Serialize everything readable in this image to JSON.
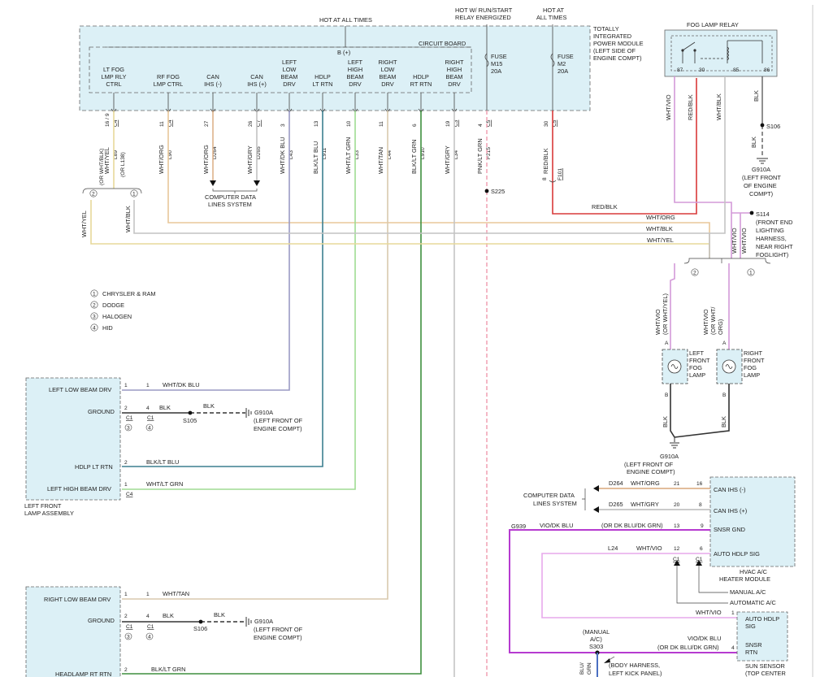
{
  "top": {
    "hot_at_all_times": "HOT AT ALL TIMES",
    "hot_run_start_1": "HOT W/ RUN/START",
    "hot_run_start_2": "RELAY ENERGIZED",
    "hot_at_all_times_b1": "HOT AT",
    "hot_at_all_times_b2": "ALL TIMES",
    "b_plus": "B (+)",
    "circuit_board": "CIRCUIT BOARD",
    "tipm": [
      "TOTALLY",
      "INTEGRATED",
      "POWER MODULE",
      "(LEFT SIDE OF",
      "ENGINE COMPT)"
    ],
    "fuse_m15": [
      "FUSE",
      "M15",
      "20A"
    ],
    "fuse_m2": [
      "FUSE",
      "M2",
      "20A"
    ]
  },
  "pins": [
    {
      "lines": [
        "LT FOG",
        "LMP RLY",
        "CTRL"
      ]
    },
    {
      "lines": [
        "RF FOG",
        "LMP CTRL"
      ]
    },
    {
      "lines": [
        "CAN",
        "IHS (-)"
      ]
    },
    {
      "lines": [
        "CAN",
        "IHS (+)"
      ]
    },
    {
      "lines": [
        "LEFT",
        "LOW",
        "BEAM",
        "DRV"
      ]
    },
    {
      "lines": [
        "HDLP",
        "LT RTN"
      ]
    },
    {
      "lines": [
        "LEFT",
        "HIGH",
        "BEAM",
        "DRV"
      ]
    },
    {
      "lines": [
        "RIGHT",
        "LOW",
        "BEAM",
        "DRV"
      ]
    },
    {
      "lines": [
        "HDLP",
        "RT RTN"
      ]
    },
    {
      "lines": [
        "RIGHT",
        "HIGH",
        "BEAM",
        "DRV"
      ]
    }
  ],
  "wires": [
    {
      "num": "16 / 9",
      "conn": "C4",
      "circ": "L89",
      "color": "WHT/YEL"
    },
    {
      "num": "11",
      "conn": "C4",
      "circ": "L90",
      "color": "WHT/ORG"
    },
    {
      "num": "27",
      "conn": "",
      "circ": "D264",
      "color": "WHT/ORG"
    },
    {
      "num": "26",
      "conn": "C7",
      "circ": "D265",
      "color": "WHT/GRY"
    },
    {
      "num": "3",
      "conn": "",
      "circ": "L43",
      "color": "WHT/DK BLU"
    },
    {
      "num": "13",
      "conn": "",
      "circ": "L911",
      "color": "BLK/LT BLU"
    },
    {
      "num": "10",
      "conn": "",
      "circ": "L33",
      "color": "WHT/LT GRN"
    },
    {
      "num": "11",
      "conn": "",
      "circ": "L44",
      "color": "WHT/TAN"
    },
    {
      "num": "6",
      "conn": "",
      "circ": "L910",
      "color": "BLK/LT GRN"
    },
    {
      "num": "19",
      "conn": "C3",
      "circ": "L34",
      "color": "WHT/GRY"
    },
    {
      "num": "4",
      "conn": "C5",
      "circ": "F215",
      "color": "PNK/LT GRN"
    },
    {
      "num": "30",
      "conn": "C5",
      "circ": "",
      "color": "RED/BLK"
    }
  ],
  "left_side": {
    "alt_color": "(OR WHT/BLK)",
    "alt_circ": "(OR L138)",
    "branch_tag_2": "2",
    "branch_tag_1": "1",
    "whtyel": "WHT/YEL",
    "whtblk": "WHT/BLK",
    "computer_data": [
      "COMPUTER DATA",
      "LINES SYSTEM"
    ]
  },
  "right_side": {
    "f101": "F101",
    "pin_8": "8",
    "s225": "S225",
    "red_blk": "RED/BLK",
    "wht_org": "WHT/ORG",
    "wht_blk": "WHT/BLK",
    "wht_yel": "WHT/YEL",
    "fog_relay": "FOG LAMP RELAY",
    "relay_pins": [
      "87",
      "30",
      "85",
      "86"
    ],
    "relay_wires": [
      "WHT/VIO",
      "RED/BLK",
      "WHT/BLK",
      "BLK"
    ],
    "s106": "S106",
    "blk": "BLK",
    "g910a": "G910A",
    "g910a_loc": [
      "(LEFT FRONT",
      "OF ENGINE",
      "COMPT)"
    ],
    "s114": "S114",
    "s114_loc": [
      "(FRONT END",
      "LIGHTING",
      "HARNESS,",
      "NEAR RIGHT",
      "FOGLIGHT)"
    ],
    "wht_vio": "WHT/VIO"
  },
  "legend": [
    {
      "num": "1",
      "text": "CHRYSLER & RAM"
    },
    {
      "num": "2",
      "text": "DODGE"
    },
    {
      "num": "3",
      "text": "HALOGEN"
    },
    {
      "num": "4",
      "text": "HID"
    }
  ],
  "fog": {
    "left_wire": [
      "WHT/VIO",
      "(OR WHT/YEL)"
    ],
    "right_wire": [
      "WHT/VIO",
      "(OR WHT/",
      "ORG)"
    ],
    "pin_a": "A",
    "pin_b": "B",
    "left_lamp": [
      "LEFT",
      "FRONT",
      "FOG",
      "LAMP"
    ],
    "right_lamp": [
      "RIGHT",
      "FRONT",
      "FOG",
      "LAMP"
    ],
    "blk": "BLK",
    "ground": "G910A",
    "ground_loc": [
      "(LEFT FRONT OF",
      "ENGINE COMPT)"
    ],
    "tag_2": "2",
    "tag_1": "1"
  },
  "left_lamp": {
    "rows": [
      {
        "pin": "1",
        "label": "LEFT LOW BEAM DRV",
        "num": "1",
        "wire": "WHT/DK BLU"
      },
      {
        "pin": "2",
        "label": "GROUND",
        "num": "4",
        "wire": "BLK"
      },
      {
        "pin": "2",
        "label": "HDLP LT RTN",
        "num": "",
        "wire": "BLK/LT BLU"
      },
      {
        "pin": "1",
        "label": "LEFT HIGH BEAM DRV",
        "num": "",
        "wire": "WHT/LT GRN"
      }
    ],
    "c1": "C1",
    "c1b": "C1",
    "tag3": "3",
    "tag4": "4",
    "c4": "C4",
    "splice": "S105",
    "blk2": "BLK",
    "ground": "G910A",
    "ground_loc": [
      "(LEFT FRONT OF",
      "ENGINE COMPT)"
    ],
    "assembly": [
      "LEFT FRONT",
      "LAMP ASSEMBLY"
    ]
  },
  "right_lamp": {
    "rows": [
      {
        "pin": "1",
        "label": "RIGHT LOW BEAM DRV",
        "num": "1",
        "wire": "WHT/TAN"
      },
      {
        "pin": "2",
        "label": "GROUND",
        "num": "4",
        "wire": "BLK"
      },
      {
        "pin": "2",
        "label": "HEADLAMP RT RTN",
        "num": "",
        "wire": "BLK/LT GRN"
      }
    ],
    "c1": "C1",
    "c1b": "C1",
    "tag3": "3",
    "tag4": "4",
    "splice": "S106",
    "blk2": "BLK",
    "ground": "G910A",
    "ground_loc": [
      "(LEFT FRONT OF",
      "ENGINE COMPT)"
    ]
  },
  "hvac": {
    "computer_data": [
      "COMPUTER DATA",
      "LINES SYSTEM"
    ],
    "rows": [
      {
        "circ": "D264",
        "color": "WHT/ORG",
        "num": "21",
        "pin": "16",
        "label": "CAN IHS (-)"
      },
      {
        "circ": "D265",
        "color": "WHT/GRY",
        "num": "20",
        "pin": "8",
        "label": "CAN IHS (+)"
      },
      {
        "circ": "G939",
        "color": "VIO/DK BLU",
        "alt": "(OR DK BLU/DK GRN)",
        "num": "13",
        "pin": "9",
        "label": "SNSR GND"
      },
      {
        "circ": "L24",
        "color": "WHT/VIO",
        "num": "12",
        "pin": "6",
        "label": "AUTO HDLP SIG"
      }
    ],
    "c1": "C1",
    "c1b": "C1",
    "module": [
      "HVAC A/C",
      "HEATER MODULE"
    ],
    "manual": "MANUAL A/C",
    "automatic": "AUTOMATIC A/C"
  },
  "sun": {
    "wht_vio": "WHT/VIO",
    "pin1": "1",
    "pin4": "4",
    "vio_dkblu": "VIO/DK BLU",
    "alt": "(OR DK BLU/DK GRN)",
    "auto_hdlp": [
      "AUTO HDLP",
      "SIG"
    ],
    "snsr": [
      "SNSR",
      "RTN"
    ],
    "label": [
      "SUN SENSOR",
      "(TOP CENTER"
    ],
    "manual_ac": [
      "(MANUAL",
      "A/C)"
    ],
    "s303": "S303",
    "body_harness": [
      "(BODY HARNESS,",
      "LEFT KICK PANEL)"
    ],
    "blu_grn": [
      "BLU/",
      "GRN"
    ]
  }
}
